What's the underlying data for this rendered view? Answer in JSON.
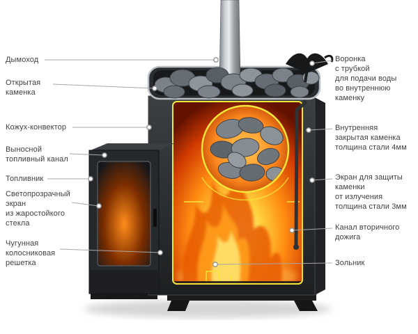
{
  "palette": {
    "background": "#ffffff",
    "label_text": "#3f3f3f",
    "leader_line": "#a8a8a8",
    "cut_edge_yellow": "#f2e73a",
    "flame_core": "#ffe06a",
    "flame_mid": "#ff9d1c",
    "flame_deep": "#e85a00",
    "stove_body": "#2a2d30",
    "stone_gray": "#7b828a"
  },
  "diagram": {
    "subject": "sauna-stove-cutaway",
    "parts": [
      "chimney-pipe",
      "open-kamenka-stones",
      "convector-casing",
      "fuel-tunnel",
      "firebox",
      "glass-door",
      "cast-iron-grate",
      "water-funnel",
      "inner-closed-kamenka",
      "protection-screen",
      "afterburn-channel",
      "ash-pan"
    ],
    "labels_left": [
      {
        "text": "Дымоход"
      },
      {
        "text": "Открытая\nкаменка"
      },
      {
        "text": "Кожух-конвектор"
      },
      {
        "text": "Выносной\nтопливный канал"
      },
      {
        "text": "Топливник"
      },
      {
        "text": "Светопрозрачный\nэкран\nиз жаростойкого\nстекла"
      },
      {
        "text": "Чугунная\nколосниковая\nрешетка"
      }
    ],
    "labels_right": [
      {
        "text": "Воронка\nс трубкой\nдля подачи воды\nво внутреннюю\nкаменку"
      },
      {
        "text": "Внутренняя\nзакрытая каменка\nтолщина стали 4мм"
      },
      {
        "text": "Экран для защиты\nкаменки\nот излучения\nтолщина стали 3мм"
      },
      {
        "text": "Канал вторичного\nдожига"
      },
      {
        "text": "Зольник"
      }
    ]
  }
}
